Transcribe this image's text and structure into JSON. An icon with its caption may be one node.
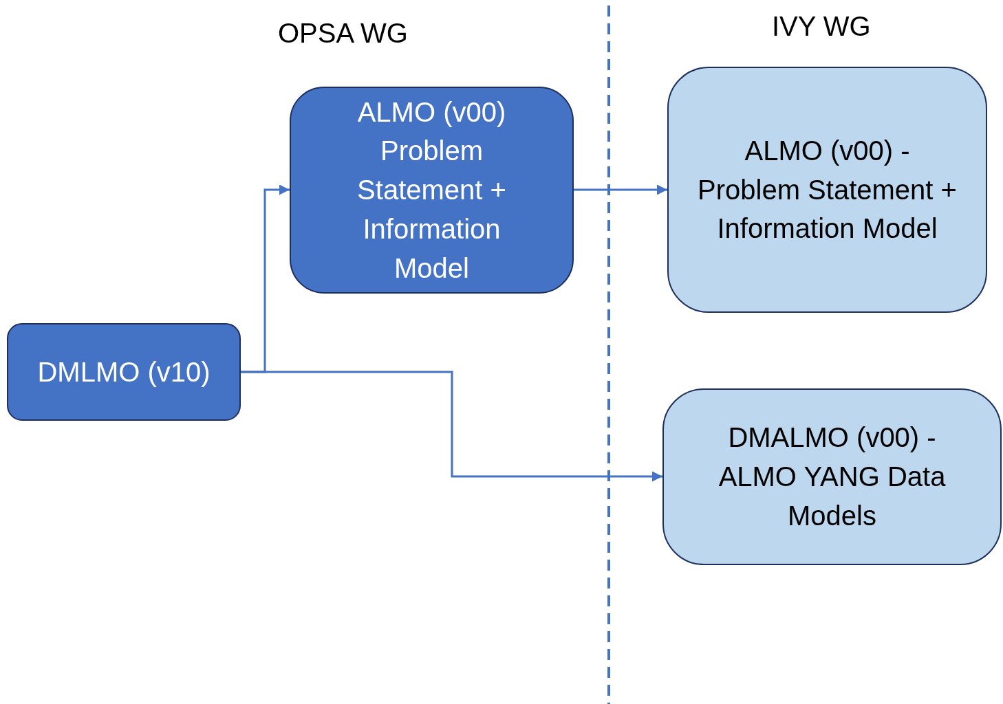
{
  "diagram": {
    "nodes": [
      {
        "text": [
          "DMLMO (v10)"
        ]
      },
      {
        "text": [
          "ALMO (v00) Problem Statement + Information Model"
        ]
      },
      {
        "text": [
          "ALMO (v00) - Problem Statement + Information Model"
        ]
      },
      {
        "text": [
          "DMALMO (v00) - ALMO YANG Data Models"
        ]
      }
    ],
    "edges": [
      {
        "from": 0,
        "to": 1,
        "arrow": "to"
      },
      {
        "from": 0,
        "to": 3,
        "arrow": "to"
      },
      {
        "from": 1,
        "to": 2,
        "arrow": "to"
      }
    ],
    "labels": [
      "OPSA WG",
      "IVY WG"
    ]
  }
}
